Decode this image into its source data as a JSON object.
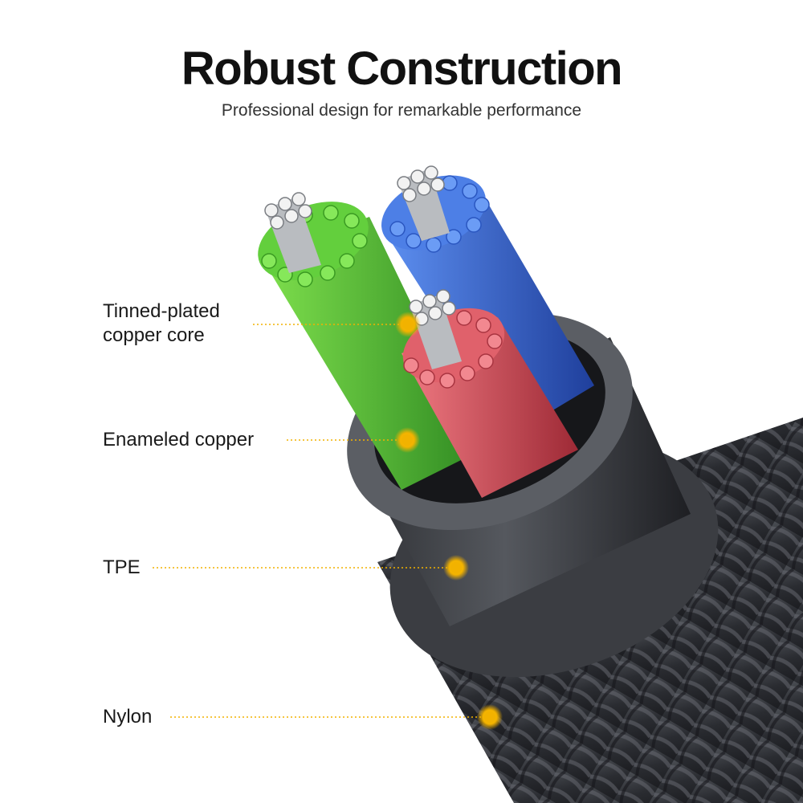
{
  "header": {
    "title": "Robust Construction",
    "subtitle": "Professional design for remarkable performance"
  },
  "callouts": [
    {
      "line1": "Tinned-plated",
      "line2": "copper core"
    },
    {
      "line1": "Enameled copper"
    },
    {
      "line1": "TPE"
    },
    {
      "line1": "Nylon"
    }
  ],
  "colors": {
    "accent_marker": "#f2b200",
    "wire_green": "#5fc03c",
    "wire_blue": "#3a6fd8",
    "wire_red": "#d8505a",
    "tpe_jacket": "#3a3c40",
    "nylon_braid": "#2c2e33"
  }
}
